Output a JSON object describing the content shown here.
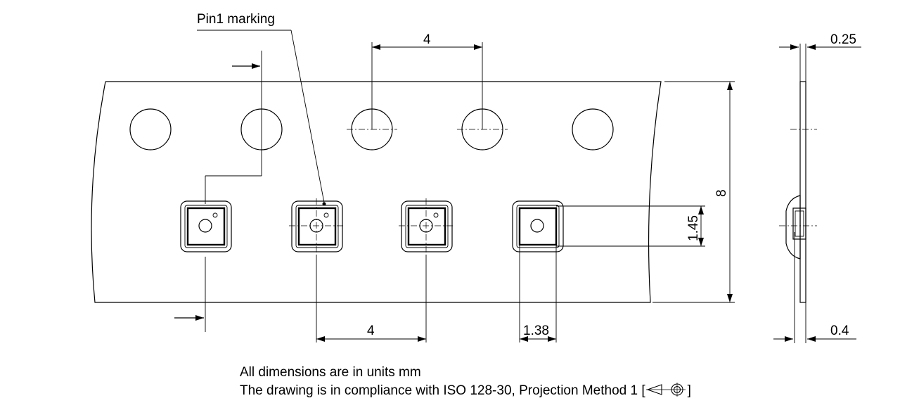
{
  "labels": {
    "pin1": "Pin1 marking",
    "pitch_top": "4",
    "pitch_bottom": "4",
    "width": "8",
    "cavity_height": "1.45",
    "cavity_width": "1.38",
    "thickness_top": "0.25",
    "thickness_bottom": "0.4"
  },
  "notes": {
    "line1": "All dimensions are in units mm",
    "line2": "The drawing is in compliance with ISO 128-30, Projection Method 1 [",
    "line2_end": "]"
  },
  "icons": {
    "projection_symbol": "first-angle-projection-icon"
  }
}
